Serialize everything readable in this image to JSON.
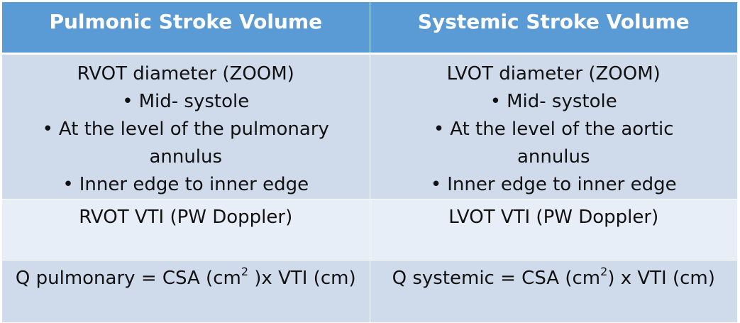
{
  "headers": {
    "pulmonic": "Pulmonic Stroke Volume",
    "systemic": "Systemic Stroke Volume"
  },
  "pulmonic": {
    "diameter_title": "RVOT diameter (ZOOM)",
    "bullets": [
      {
        "text": "Mid- systole"
      },
      {
        "text": "At the level of the pulmonary",
        "cont": "annulus"
      },
      {
        "text": "Inner edge to inner edge"
      }
    ],
    "vti": "RVOT VTI (PW Doppler)",
    "formula_pre": "Q pulmonary = CSA (cm",
    "formula_sup": "2",
    "formula_post": " )x VTI (cm)"
  },
  "systemic": {
    "diameter_title": "LVOT diameter (ZOOM)",
    "bullets": [
      {
        "text": "Mid- systole"
      },
      {
        "text": "At the level of the aortic",
        "cont": "annulus"
      },
      {
        "text": "Inner edge to inner edge"
      }
    ],
    "vti": "LVOT VTI (PW Doppler)",
    "formula_pre": "Q systemic = CSA (cm",
    "formula_sup": "2",
    "formula_post": ") x VTI (cm)"
  },
  "bullet_glyph": "•",
  "colors": {
    "header": "#5b9bd5",
    "row_dark": "#cfdbeb",
    "row_light": "#e8eef7"
  }
}
